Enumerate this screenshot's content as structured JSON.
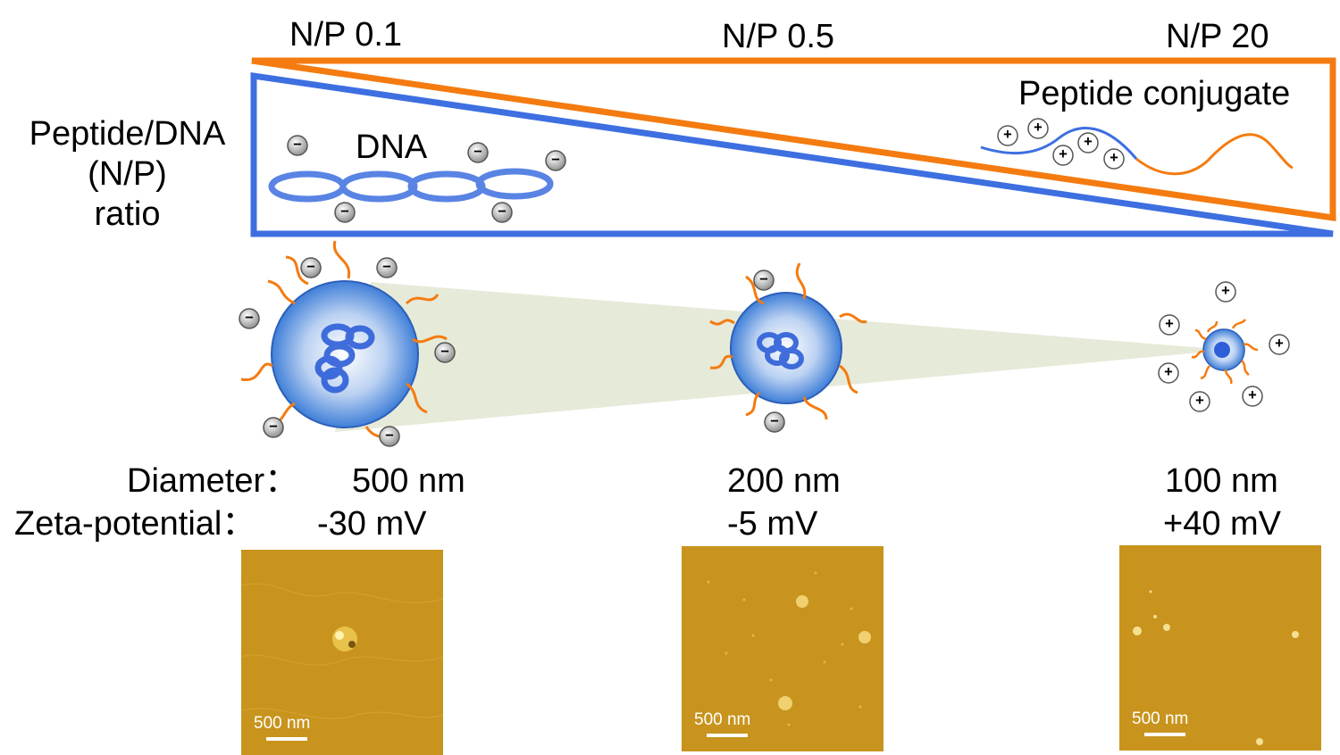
{
  "np_labels": [
    "N/P 0.1",
    "N/P 0.5",
    "N/P 20"
  ],
  "ratio_label": [
    "Peptide/DNA",
    "(N/P)",
    "ratio"
  ],
  "dna_label": "DNA",
  "peptide_label": "Peptide conjugate",
  "charges": {
    "negative": "−",
    "positive": "+"
  },
  "rows": {
    "diameter_label": "Diameter：",
    "zeta_label": "Zeta-potential：",
    "diameters": [
      "500 nm",
      "200 nm",
      "100 nm"
    ],
    "zetas": [
      "-30 mV",
      "-5 mV",
      "+40 mV"
    ]
  },
  "afm_scale": [
    "500 nm",
    "500 nm",
    "500 nm"
  ],
  "colors": {
    "peptide": "#f47b10",
    "dna": "#3d6fe0",
    "particle": "#4a86e0",
    "cone": "#e6ead8",
    "afm": "#c8941e"
  }
}
